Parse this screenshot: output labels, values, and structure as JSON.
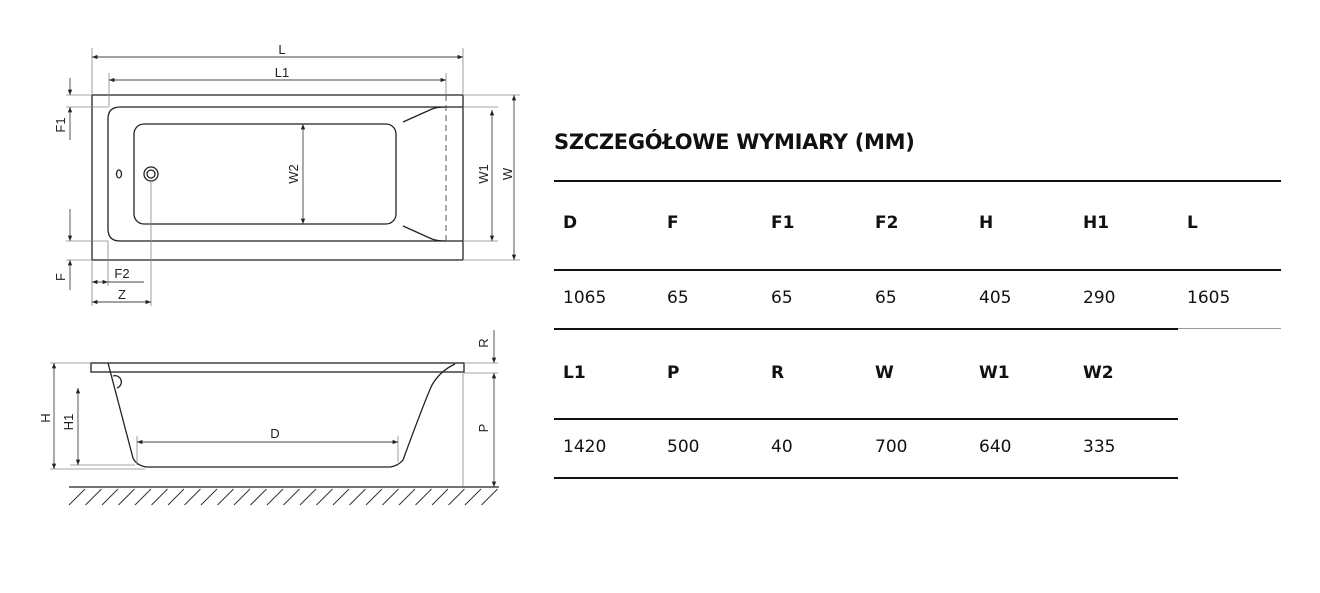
{
  "diagram": {
    "top_view": {
      "L": "L",
      "L1": "L1",
      "F1": "F1",
      "F": "F",
      "F2": "F2",
      "Z": "Z",
      "W2": "W2",
      "W1": "W1",
      "W": "W"
    },
    "side_view": {
      "H": "H",
      "H1": "H1",
      "D": "D",
      "R": "R",
      "P": "P"
    }
  },
  "table": {
    "title": "SZCZEGÓŁOWE WYMIARY (MM)",
    "row1": {
      "headers": [
        "D",
        "F",
        "F1",
        "F2",
        "H",
        "H1",
        "L"
      ],
      "values": [
        "1065",
        "65",
        "65",
        "65",
        "405",
        "290",
        "1605"
      ]
    },
    "row2": {
      "headers": [
        "L1",
        "P",
        "R",
        "W",
        "W1",
        "W2"
      ],
      "values": [
        "1420",
        "500",
        "40",
        "700",
        "640",
        "335"
      ]
    }
  }
}
